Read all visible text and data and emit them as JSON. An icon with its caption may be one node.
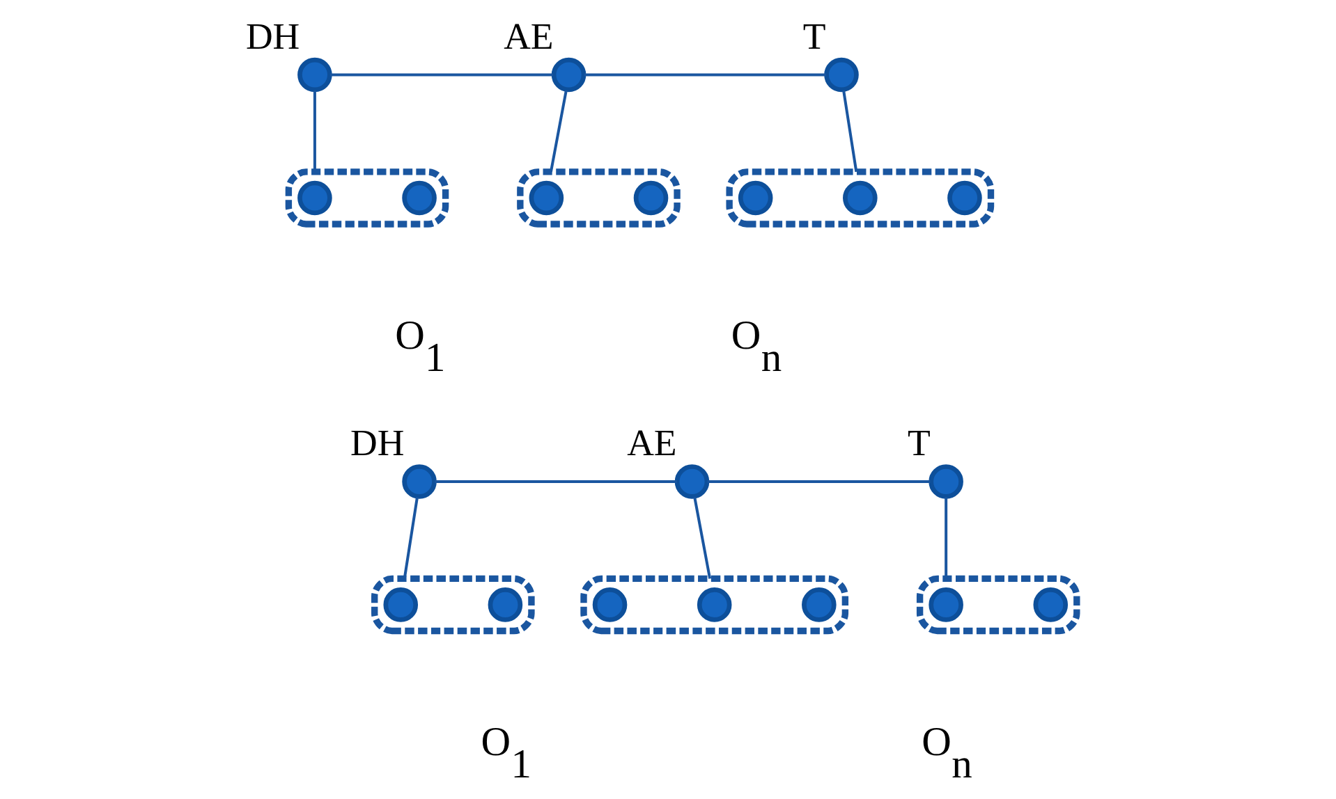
{
  "diagram": {
    "nodes": [
      {
        "text": [],
        "shape": "circle",
        "beside": [
          "DH"
        ]
      },
      {
        "text": [],
        "shape": "circle",
        "beside": [
          "AE"
        ]
      },
      {
        "text": [],
        "shape": "circle",
        "beside": [
          "T"
        ]
      },
      {
        "text": [],
        "shape": "box"
      },
      {
        "text": [],
        "shape": "circle",
        "in": 3
      },
      {
        "text": [],
        "shape": "circle",
        "in": 3
      },
      {
        "text": [],
        "shape": "box"
      },
      {
        "text": [],
        "shape": "circle",
        "in": 6
      },
      {
        "text": [],
        "shape": "circle",
        "in": 6
      },
      {
        "text": [],
        "shape": "box"
      },
      {
        "text": [],
        "shape": "circle",
        "in": 9
      },
      {
        "text": [],
        "shape": "circle",
        "in": 9
      },
      {
        "text": [],
        "shape": "circle",
        "in": 9
      },
      {
        "text": [],
        "shape": "circle",
        "beside": [
          "DH"
        ]
      },
      {
        "text": [],
        "shape": "circle",
        "beside": [
          "AE"
        ]
      },
      {
        "text": [],
        "shape": "circle",
        "beside": [
          "T"
        ]
      },
      {
        "text": [],
        "shape": "box"
      },
      {
        "text": [],
        "shape": "circle",
        "in": 16
      },
      {
        "text": [],
        "shape": "circle",
        "in": 16
      },
      {
        "text": [],
        "shape": "box"
      },
      {
        "text": [],
        "shape": "circle",
        "in": 19
      },
      {
        "text": [],
        "shape": "circle",
        "in": 19
      },
      {
        "text": [],
        "shape": "circle",
        "in": 19
      },
      {
        "text": [],
        "shape": "box"
      },
      {
        "text": [],
        "shape": "circle",
        "in": 23
      },
      {
        "text": [],
        "shape": "circle",
        "in": 23
      }
    ],
    "edges": [
      {
        "from": 0,
        "to": 1,
        "arrow": "none"
      },
      {
        "from": 1,
        "to": 2,
        "arrow": "none"
      },
      {
        "from": 0,
        "to": 3,
        "arrow": "none"
      },
      {
        "from": 1,
        "to": 6,
        "arrow": "none"
      },
      {
        "from": 2,
        "to": 9,
        "arrow": "none"
      },
      {
        "from": 13,
        "to": 14,
        "arrow": "none"
      },
      {
        "from": 14,
        "to": 15,
        "arrow": "none"
      },
      {
        "from": 13,
        "to": 16,
        "arrow": "none"
      },
      {
        "from": 14,
        "to": 19,
        "arrow": "none"
      },
      {
        "from": 15,
        "to": 23,
        "arrow": "none"
      }
    ],
    "labels": [
      "O$_{1}$",
      "O$_{n}$",
      "O$_{1}$",
      "O$_{n}$"
    ]
  }
}
